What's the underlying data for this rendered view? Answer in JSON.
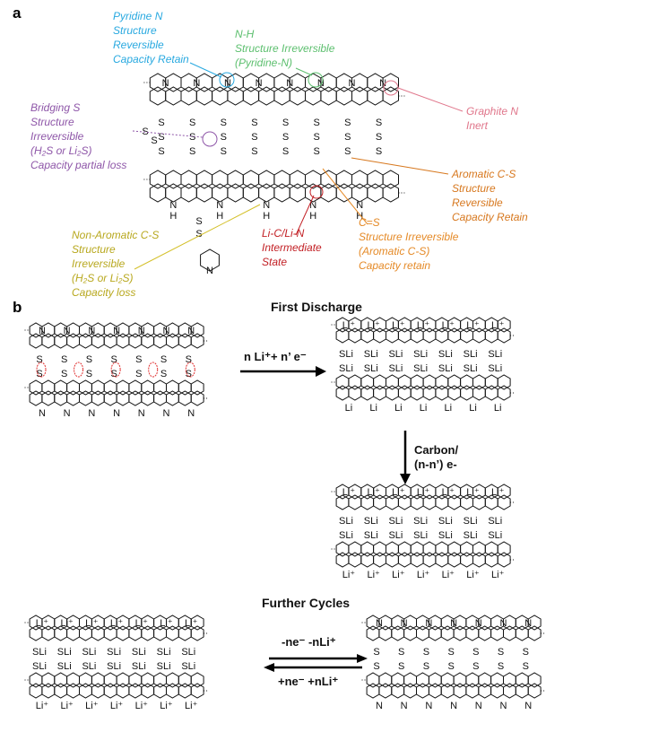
{
  "panel_a": {
    "label": "a",
    "annotations": {
      "pyridine_n": [
        "Pyridine N",
        "Structure",
        " Reversible",
        "Capacity Retain"
      ],
      "n_h": [
        "N-H",
        "Structure Irreversible",
        "(Pyridine-N)"
      ],
      "graphite_n": [
        "Graphite N",
        "Inert"
      ],
      "bridging_s": [
        "Bridging S",
        "Structure",
        "Irreversible",
        "(H₂S or Li₂S)",
        "Capacity partial loss"
      ],
      "aromatic_cs": [
        "Aromatic C-S",
        "Structure",
        " Reversible",
        "Capacity Retain"
      ],
      "c_eq_s": [
        "C=S",
        "Structure Irreversible",
        "(Aromatic C-S)",
        "Capacity retain"
      ],
      "li_c_li_n": [
        "Li-C/Li-N",
        "Intermediate",
        "State"
      ],
      "non_aromatic_cs": [
        "Non-Aromatic C-S",
        "Structure",
        "Irreversible",
        "(H₂S or Li₂S)",
        "Capacity loss"
      ]
    }
  },
  "panel_b": {
    "label": "b",
    "first_discharge": "First Discharge",
    "reaction_1": "n Li⁺+ n’ e⁻",
    "reaction_2": [
      "Carbon/",
      "(n-n’) e-"
    ],
    "further_cycles": "Further Cycles",
    "reaction_forward": "-ne⁻ -nLi⁺",
    "reaction_backward": "+ne⁻ +nLi⁺"
  },
  "atoms": {
    "N": "N",
    "S": "S",
    "H": "H",
    "SLi": "SLi",
    "Li_plus": "Li⁺",
    "Li": "Li"
  },
  "colors": {
    "pyridine_n": "#29a9e0",
    "n_h": "#5cbf6e",
    "graphite_n": "#e0768b",
    "bridging_s": "#8e56a8",
    "aromatic_cs": "#d7781f",
    "c_eq_s": "#e58a27",
    "li_c_li_n": "#c21f24",
    "non_aromatic_cs": "#d4c02a",
    "discharge_marks": "#e03030"
  }
}
